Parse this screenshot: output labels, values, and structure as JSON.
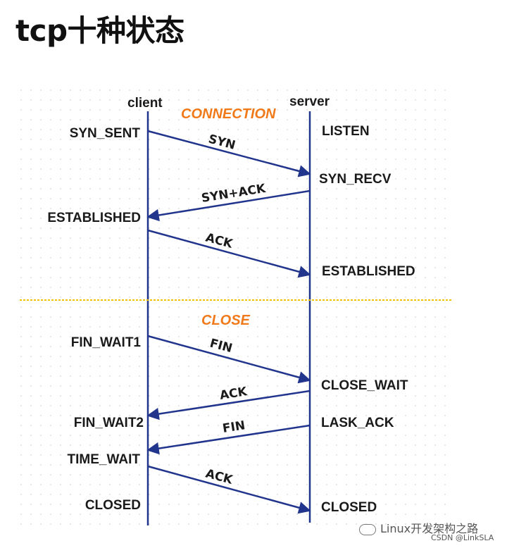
{
  "title": "tcp十种状态",
  "headers": {
    "client": "client",
    "server": "server"
  },
  "sections": {
    "connection": "CONNECTION",
    "close": "CLOSE"
  },
  "client_states": [
    "SYN_SENT",
    "ESTABLISHED",
    "FIN_WAIT1",
    "FIN_WAIT2",
    "TIME_WAIT",
    "CLOSED"
  ],
  "server_states": [
    "LISTEN",
    "SYN_RECV",
    "ESTABLISHED",
    "CLOSE_WAIT",
    "LASK_ACK",
    "CLOSED"
  ],
  "messages": [
    "SYN",
    "SYN+ACK",
    "ACK",
    "FIN",
    "ACK",
    "FIN",
    "ACK"
  ],
  "watermark": "Linux开发架构之路",
  "credit": "CSDN @LinkSLA",
  "colors": {
    "arrow": "#22358c",
    "section": "#f07a1a",
    "divider": "#f2c200",
    "text": "#1a1a1a"
  }
}
